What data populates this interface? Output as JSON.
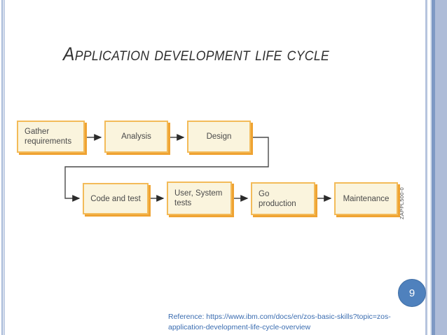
{
  "slide": {
    "title": "Application development life cycle",
    "page_number": "9",
    "reference": {
      "line1": "Reference: https://www.ibm.com/docs/en/zos-basic-skills?topic=zos-",
      "line2": "application-development-life-cycle-overview"
    }
  },
  "diagram": {
    "type": "flowchart",
    "figure_label": "ZAPPL500-0",
    "nodes": [
      {
        "id": "gather-requirements",
        "label": "Gather\nrequirements"
      },
      {
        "id": "analysis",
        "label": "Analysis"
      },
      {
        "id": "design",
        "label": "Design"
      },
      {
        "id": "code-and-test",
        "label": "Code and test"
      },
      {
        "id": "user-system-tests",
        "label": "User, System\ntests"
      },
      {
        "id": "go-production",
        "label": "Go\nproduction"
      },
      {
        "id": "maintenance",
        "label": "Maintenance"
      }
    ],
    "edges": [
      {
        "from": "Gather requirements",
        "to": "Analysis"
      },
      {
        "from": "Analysis",
        "to": "Design"
      },
      {
        "from": "Design",
        "to": "Code and test"
      },
      {
        "from": "Code and test",
        "to": "User, System tests"
      },
      {
        "from": "User, System tests",
        "to": "Go production"
      },
      {
        "from": "Go production",
        "to": "Maintenance"
      }
    ]
  },
  "colors": {
    "box_fill": "#faf4dd",
    "box_border": "#f3bb59",
    "box_shadow": "#efa332",
    "connector": "#4a4a4a",
    "page_badge": "#4f81bd",
    "reference_text": "#3a6cb0",
    "title_text": "#2f2f2f",
    "stripe_light": "#aebcd8",
    "stripe_dark": "#7e99c4"
  }
}
